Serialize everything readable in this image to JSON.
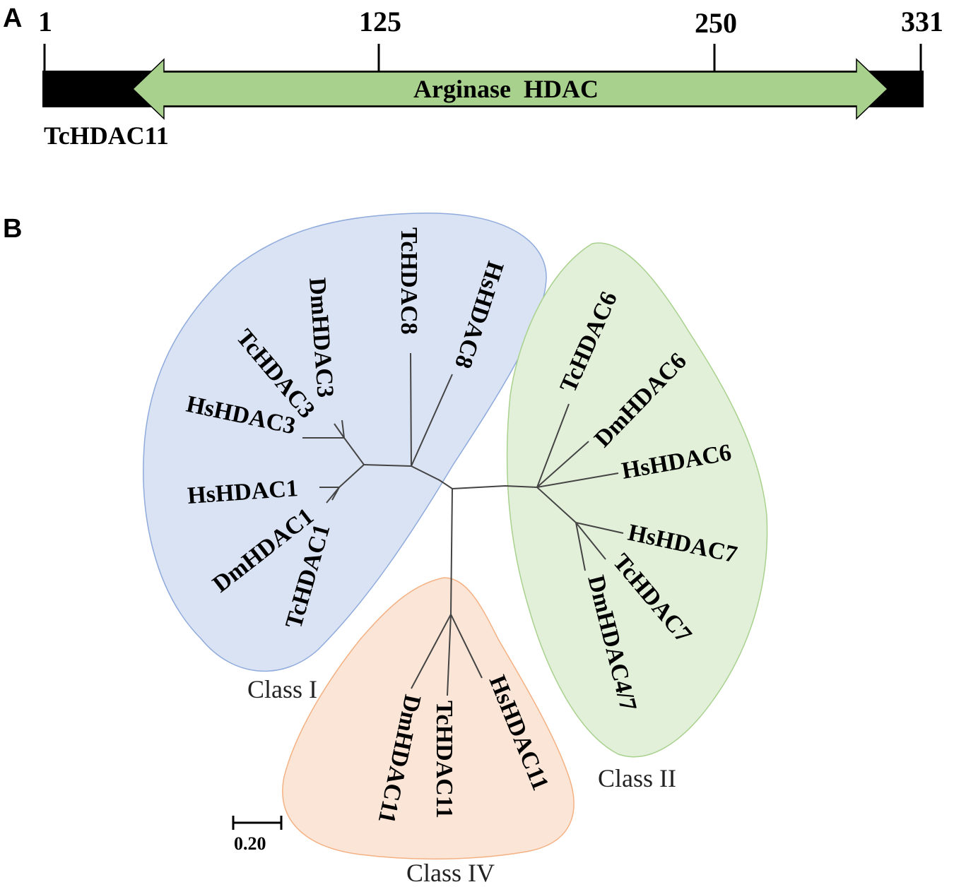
{
  "panel_a": {
    "letter": "A",
    "protein": "TcHDAC11",
    "domain_name": "Arginase  HDAC",
    "ticks": [
      "1",
      "125",
      "250",
      "331"
    ],
    "colors": {
      "bar": "#000000",
      "domain_fill": "#a9d18e",
      "domain_stroke": "#000000"
    }
  },
  "panel_b": {
    "letter": "B",
    "scale_bar": "0.20",
    "classes": [
      {
        "name": "Class I",
        "fill": "#dae3f3",
        "stroke": "#8faadc"
      },
      {
        "name": "Class II",
        "fill": "#e2f0d9",
        "stroke": "#a9d18e"
      },
      {
        "name": "Class IV",
        "fill": "#fbe5d6",
        "stroke": "#f4b183"
      }
    ],
    "leaves": [
      "TcHDAC8",
      "HsHDAC8",
      "DmHDAC3",
      "TcHDAC3",
      "HsHDAC3",
      "HsHDAC1",
      "DmHDAC1",
      "TcHDAC1",
      "TcHDAC6",
      "DmHDAC6",
      "HsHDAC6",
      "HsHDAC7",
      "TcHDAC7",
      "DmHDAC4/7",
      "DmHDAC11",
      "TcHDAC11",
      "HsHDAC11"
    ]
  }
}
